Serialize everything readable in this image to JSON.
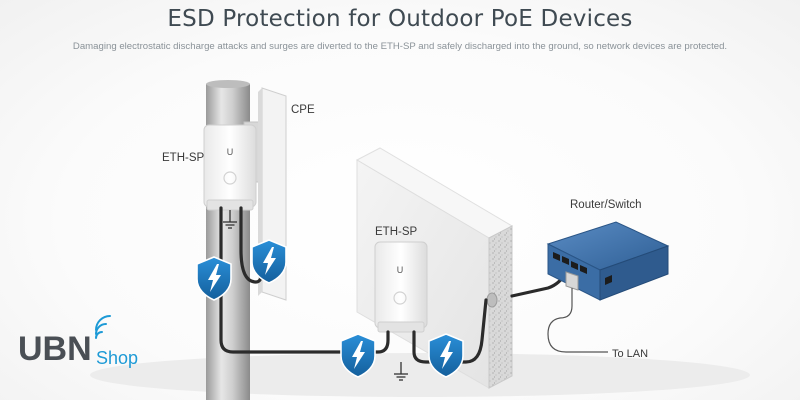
{
  "header": {
    "title": "ESD Protection for Outdoor PoE Devices",
    "subtitle": "Damaging electrostatic discharge attacks and surges are diverted to the ETH-SP and safely discharged into the ground, so network devices are protected."
  },
  "labels": {
    "cpe": "CPE",
    "eth_sp_pole": "ETH-SP",
    "eth_sp_wall": "ETH-SP",
    "router_switch": "Router/Switch",
    "to_lan": "To LAN"
  },
  "logo": {
    "main": "UBN",
    "sub": "Shop"
  },
  "colors": {
    "shield": "#1f7fc4",
    "cable": "#2b2b2b",
    "switch": "#3a6fa8",
    "logo_accent": "#1d9ad6"
  },
  "icons": [
    "shield-bolt-icon",
    "ground-icon",
    "wifi-icon"
  ]
}
